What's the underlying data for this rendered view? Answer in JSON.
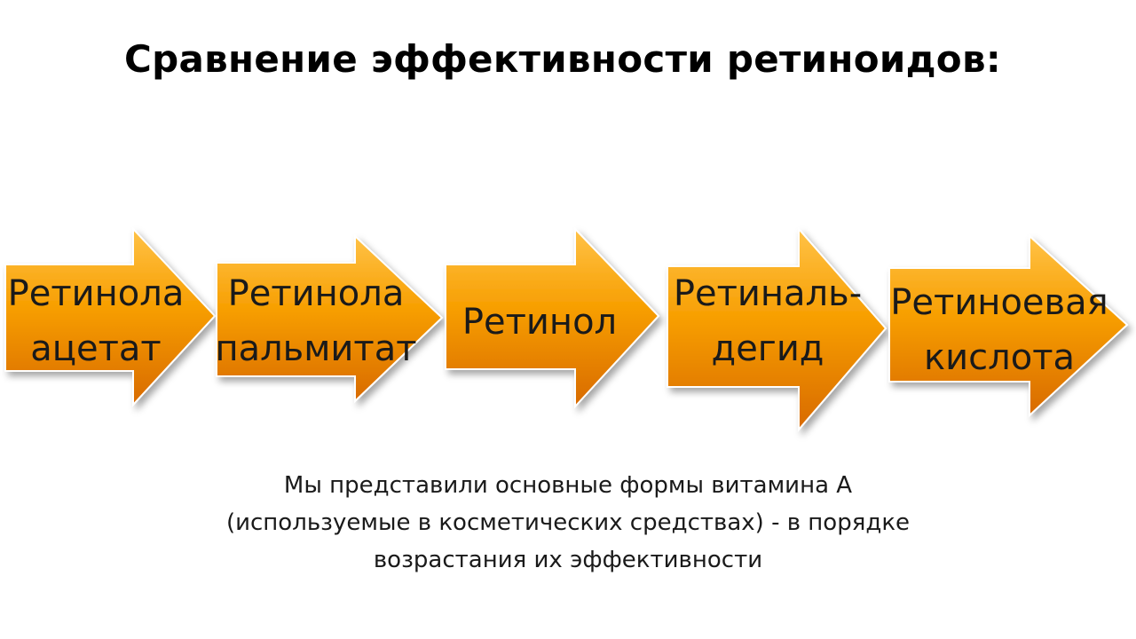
{
  "title": "Сравнение эффективности ретиноидов:",
  "steps": [
    {
      "line1": "Ретинола",
      "line2": "ацетат"
    },
    {
      "line1": "Ретинола",
      "line2": "пальмитат"
    },
    {
      "line1": "Ретинол",
      "line2": ""
    },
    {
      "line1": "Ретиналь-",
      "line2": "дегид"
    },
    {
      "line1": "Ретиноевая",
      "line2": "кислота"
    }
  ],
  "caption": {
    "line1": "Мы представили основные формы витамина А",
    "line2": "(используемые в косметических средствах) - в порядке",
    "line3": "возрастания их эффективности"
  },
  "colors": {
    "arrow_light": "#ffb833",
    "arrow_mid": "#f59c00",
    "arrow_dark": "#d96d00",
    "text": "#1a1a1a"
  }
}
